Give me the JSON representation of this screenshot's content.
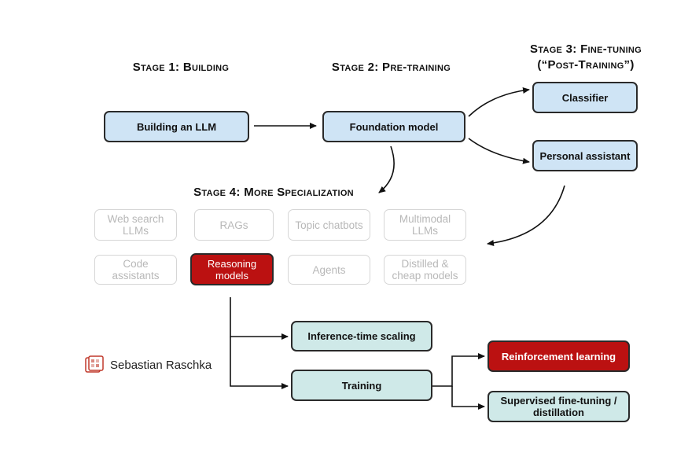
{
  "stages": {
    "s1": "Stage 1: Building",
    "s2": "Stage 2: Pre-training",
    "s3_line1": "Stage 3: Fine-tuning",
    "s3_line2": "(“Post-Training”)",
    "s4": "Stage 4: More Specialization"
  },
  "nodes": {
    "building_llm": "Building an LLM",
    "foundation_model": "Foundation model",
    "classifier": "Classifier",
    "personal_assistant": "Personal assistant",
    "web_search_line1": "Web search",
    "web_search_line2": "LLMs",
    "rags": "RAGs",
    "topic_chatbots": "Topic chatbots",
    "multimodal_line1": "Multimodal",
    "multimodal_line2": "LLMs",
    "code_assistants": "Code assistants",
    "reasoning_line1": "Reasoning",
    "reasoning_line2": "models",
    "agents": "Agents",
    "distilled_line1": "Distilled &",
    "distilled_line2": "cheap models",
    "inference_scaling": "Inference-time scaling",
    "training": "Training",
    "reinforcement_learning": "Reinforcement learning",
    "sft_line1": "Supervised fine-tuning /",
    "sft_line2": "distillation"
  },
  "author": "Sebastian Raschka",
  "colors": {
    "stage_box": "#cfe4f5",
    "technique_box": "#cfe9e8",
    "highlight": "#bb1111",
    "faded_border": "#d6d6d6",
    "faded_text": "#b8b8b8"
  }
}
